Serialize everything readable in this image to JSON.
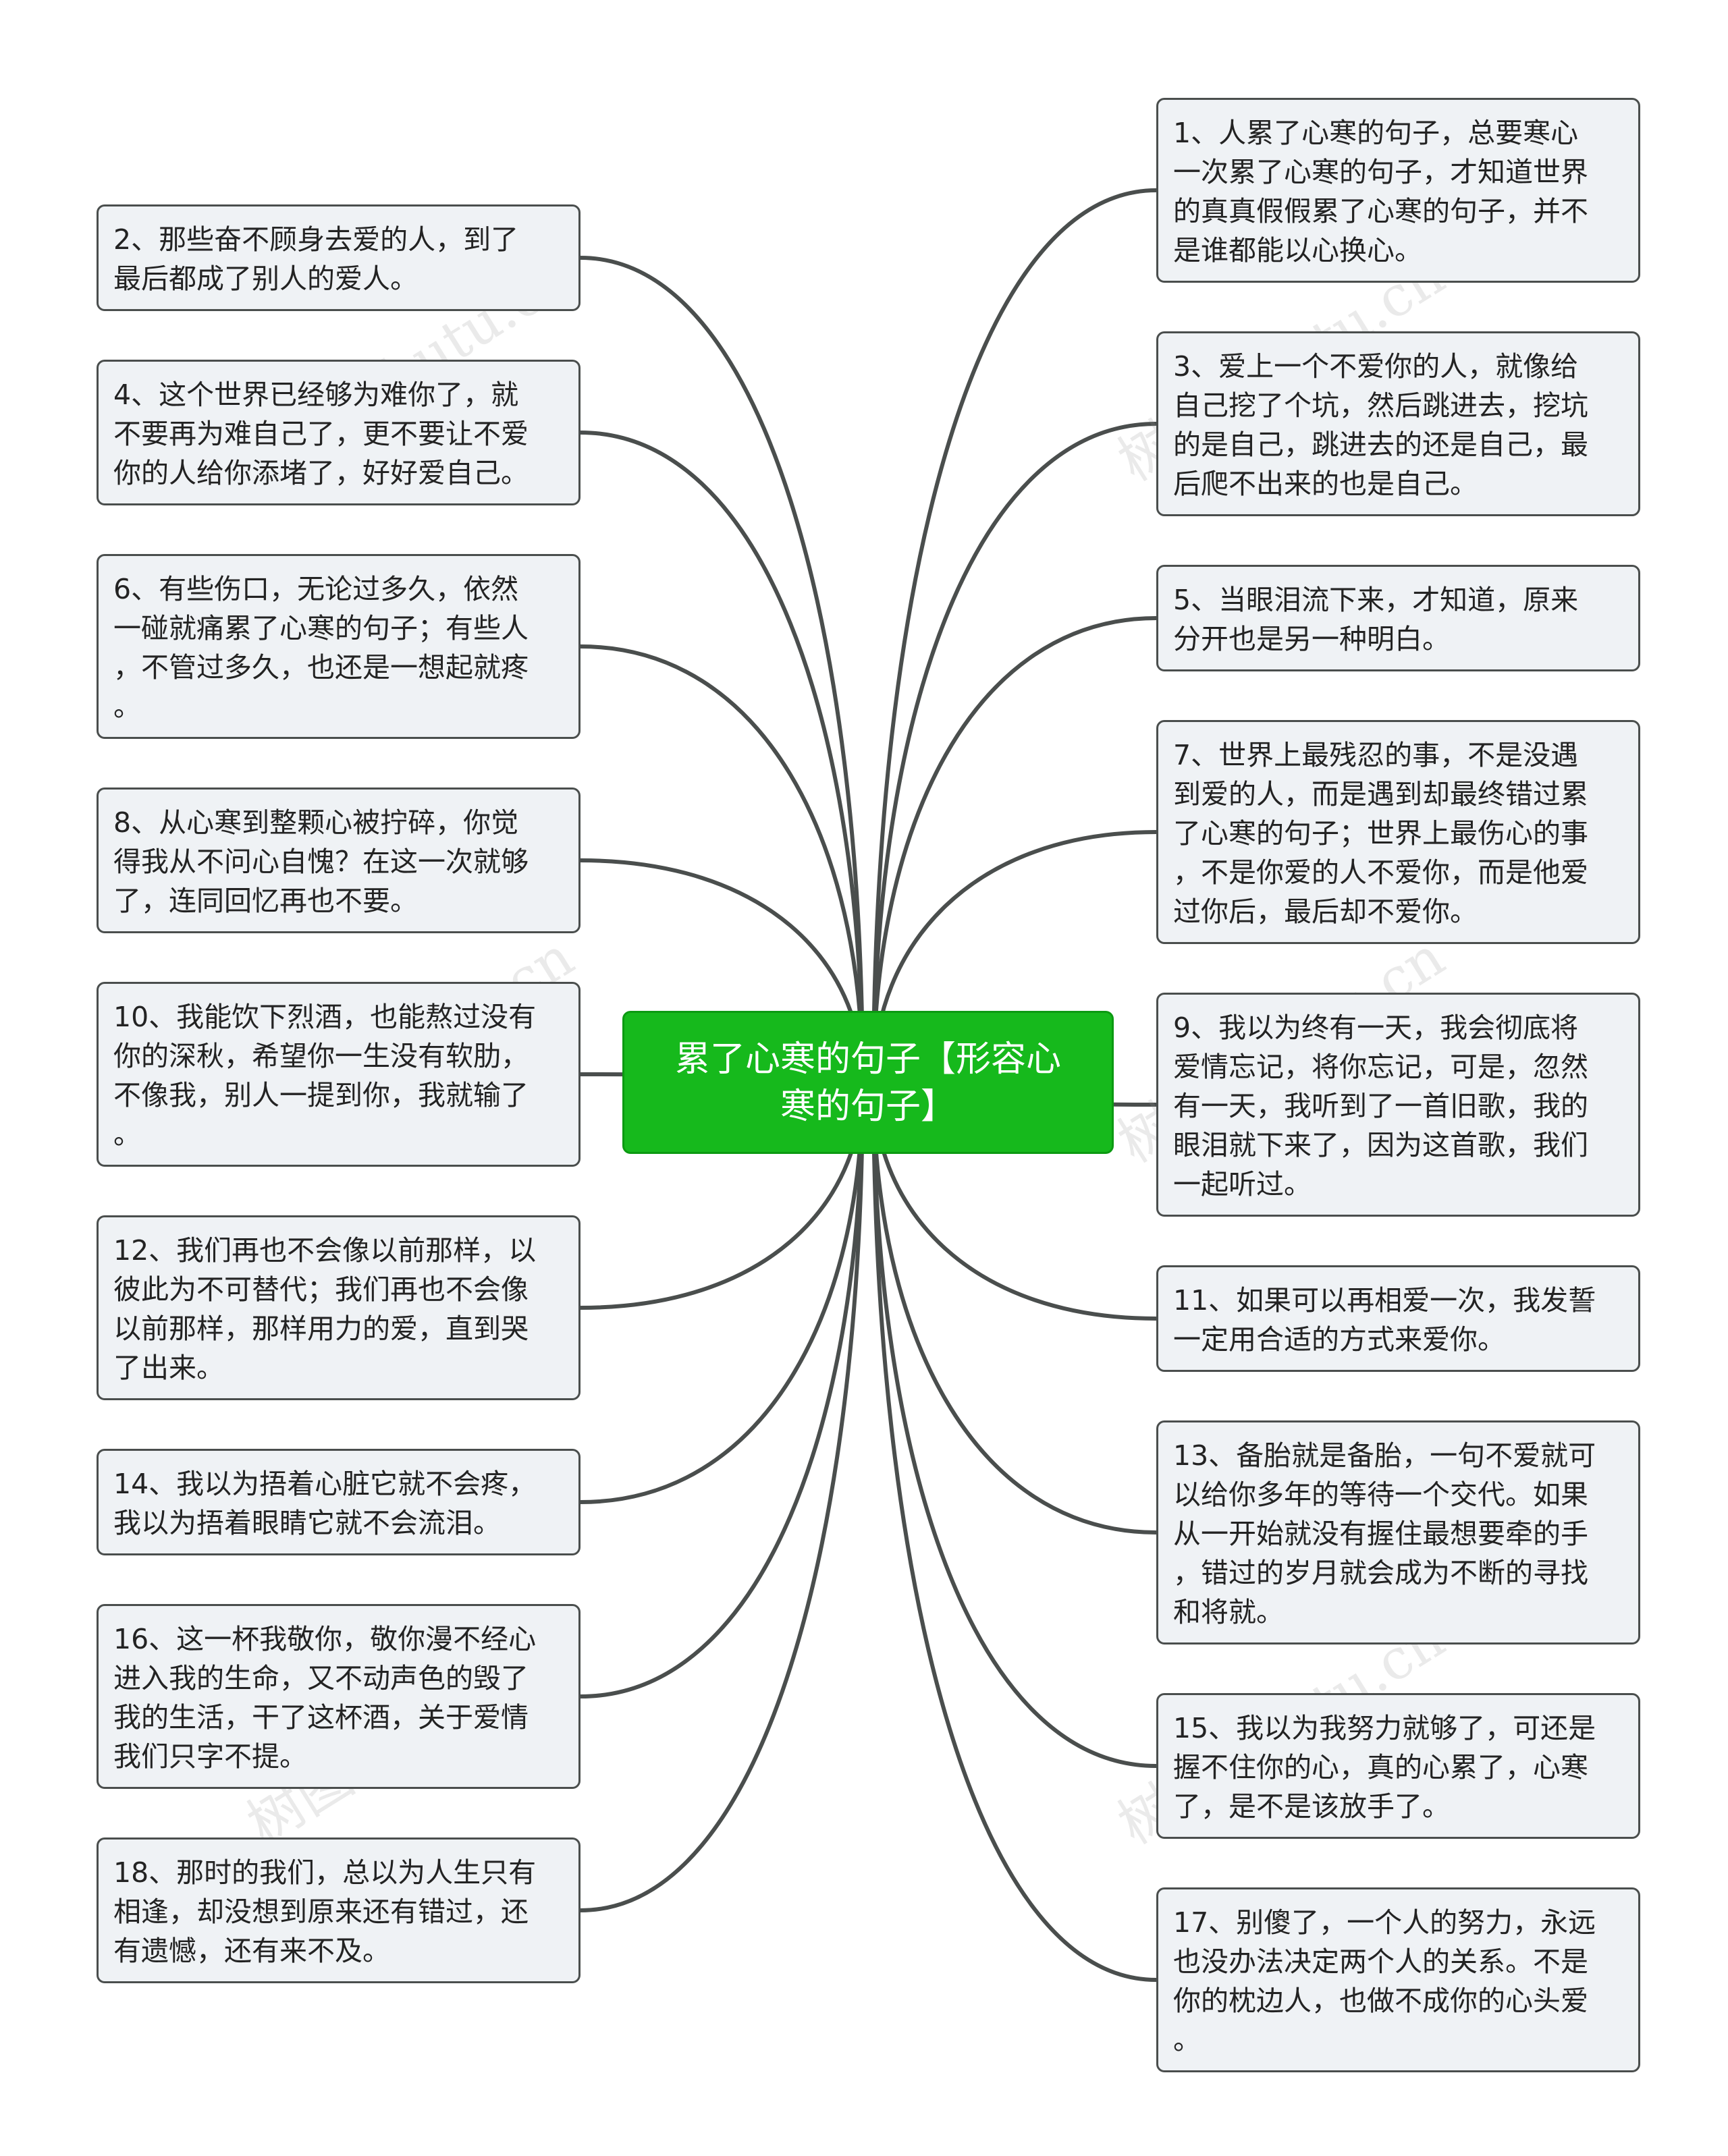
{
  "title": "累了心寒的句子【形容心寒的句子】",
  "center_lines": "累了心寒的句子【形容心\n寒的句子】",
  "watermark": "树图 shutu.cn",
  "colors": {
    "center": "#16b91c",
    "node_bg": "#eff2f5",
    "line": "#4a4e4d"
  },
  "left_nodes": [
    {
      "id": "n2",
      "text": "2、那些奋不顾身去爱的人，到了\n最后都成了别人的爱人。"
    },
    {
      "id": "n4",
      "text": "4、这个世界已经够为难你了，就\n不要再为难自己了，更不要让不爱\n你的人给你添堵了，好好爱自己。"
    },
    {
      "id": "n6",
      "text": "6、有些伤口，无论过多久，依然\n一碰就痛累了心寒的句子；有些人\n，不管过多久，也还是一想起就疼\n。"
    },
    {
      "id": "n8",
      "text": "8、从心寒到整颗心被拧碎，你觉\n得我从不问心自愧？在这一次就够\n了，连同回忆再也不要。"
    },
    {
      "id": "n10",
      "text": "10、我能饮下烈酒，也能熬过没有\n你的深秋，希望你一生没有软肋，\n不像我，别人一提到你，我就输了\n。"
    },
    {
      "id": "n12",
      "text": "12、我们再也不会像以前那样，以\n彼此为不可替代；我们再也不会像\n以前那样，那样用力的爱，直到哭\n了出来。"
    },
    {
      "id": "n14",
      "text": "14、我以为捂着心脏它就不会疼，\n我以为捂着眼睛它就不会流泪。"
    },
    {
      "id": "n16",
      "text": "16、这一杯我敬你，敬你漫不经心\n进入我的生命，又不动声色的毁了\n我的生活，干了这杯酒，关于爱情\n我们只字不提。"
    },
    {
      "id": "n18",
      "text": "18、那时的我们，总以为人生只有\n相逢，却没想到原来还有错过，还\n有遗憾，还有来不及。"
    }
  ],
  "right_nodes": [
    {
      "id": "n1",
      "text": "1、人累了心寒的句子，总要寒心\n一次累了心寒的句子，才知道世界\n的真真假假累了心寒的句子，并不\n是谁都能以心换心。"
    },
    {
      "id": "n3",
      "text": "3、爱上一个不爱你的人，就像给\n自己挖了个坑，然后跳进去，挖坑\n的是自己，跳进去的还是自己，最\n后爬不出来的也是自己。"
    },
    {
      "id": "n5",
      "text": "5、当眼泪流下来，才知道，原来\n分开也是另一种明白。"
    },
    {
      "id": "n7",
      "text": "7、世界上最残忍的事，不是没遇\n到爱的人，而是遇到却最终错过累\n了心寒的句子；世界上最伤心的事\n，不是你爱的人不爱你，而是他爱\n过你后，最后却不爱你。"
    },
    {
      "id": "n9",
      "text": "9、我以为终有一天，我会彻底将\n爱情忘记，将你忘记，可是，忽然\n有一天，我听到了一首旧歌，我的\n眼泪就下来了，因为这首歌，我们\n一起听过。"
    },
    {
      "id": "n11",
      "text": "11、如果可以再相爱一次，我发誓\n一定用合适的方式来爱你。"
    },
    {
      "id": "n13",
      "text": "13、备胎就是备胎，一句不爱就可\n以给你多年的等待一个交代。如果\n从一开始就没有握住最想要牵的手\n，错过的岁月就会成为不断的寻找\n和将就。"
    },
    {
      "id": "n15",
      "text": "15、我以为我努力就够了，可还是\n握不住你的心，真的心累了，心寒\n了，是不是该放手了。"
    },
    {
      "id": "n17",
      "text": "17、别傻了，一个人的努力，永远\n也没办法决定两个人的关系。不是\n你的枕边人，也做不成你的心头爱\n。"
    }
  ]
}
